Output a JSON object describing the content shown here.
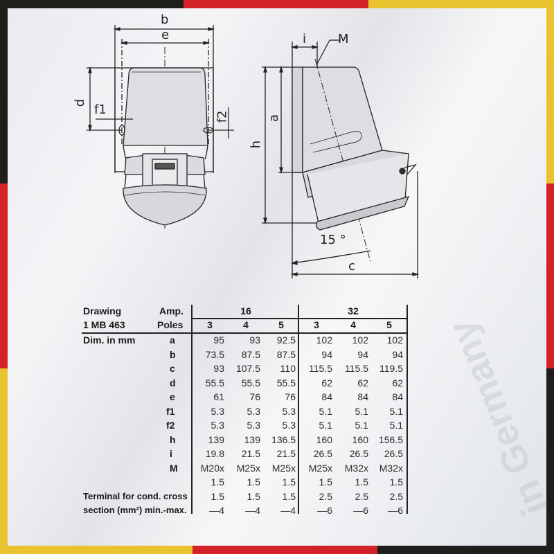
{
  "border": {
    "colors": {
      "black": "#1f1e1a",
      "red": "#d42229",
      "yellow": "#e9c22f"
    }
  },
  "watermark": "in Germany",
  "drawing": {
    "front_view_labels": {
      "b": "b",
      "e": "e",
      "d": "d",
      "f1": "f1",
      "f2": "f2"
    },
    "side_view_labels": {
      "i": "i",
      "M": "M",
      "a": "a",
      "h": "h",
      "angle": "15 °",
      "c": "c"
    }
  },
  "table": {
    "drawing_label": "Drawing",
    "drawing_code": "1 MB 463",
    "amp_label": "Amp.",
    "poles_label": "Poles",
    "dim_label": "Dim. in mm",
    "amp_groups": [
      {
        "amp": "16",
        "poles": [
          "3",
          "4",
          "5"
        ]
      },
      {
        "amp": "32",
        "poles": [
          "3",
          "4",
          "5"
        ]
      }
    ],
    "rows": [
      {
        "key": "a",
        "values": [
          "95",
          "93",
          "92.5",
          "102",
          "102",
          "102"
        ]
      },
      {
        "key": "b",
        "values": [
          "73.5",
          "87.5",
          "87.5",
          "94",
          "94",
          "94"
        ]
      },
      {
        "key": "c",
        "values": [
          "93",
          "107.5",
          "110",
          "115.5",
          "115.5",
          "119.5"
        ]
      },
      {
        "key": "d",
        "values": [
          "55.5",
          "55.5",
          "55.5",
          "62",
          "62",
          "62"
        ]
      },
      {
        "key": "e",
        "values": [
          "61",
          "76",
          "76",
          "84",
          "84",
          "84"
        ]
      },
      {
        "key": "f1",
        "values": [
          "5.3",
          "5.3",
          "5.3",
          "5.1",
          "5.1",
          "5.1"
        ]
      },
      {
        "key": "f2",
        "values": [
          "5.3",
          "5.3",
          "5.3",
          "5.1",
          "5.1",
          "5.1"
        ]
      },
      {
        "key": "h",
        "values": [
          "139",
          "139",
          "136.5",
          "160",
          "160",
          "156.5"
        ]
      },
      {
        "key": "i",
        "values": [
          "19.8",
          "21.5",
          "21.5",
          "26.5",
          "26.5",
          "26.5"
        ]
      },
      {
        "key": "M",
        "values": [
          "M20x",
          "M25x",
          "M25x",
          "M25x",
          "M32x",
          "M32x"
        ]
      },
      {
        "key": "",
        "values": [
          "1.5",
          "1.5",
          "1.5",
          "1.5",
          "1.5",
          "1.5"
        ]
      }
    ],
    "terminal": {
      "label_line1": "Terminal for cond. cross",
      "label_line2": "section (mm²) min.-max.",
      "min_values": [
        "1.5",
        "1.5",
        "1.5",
        "2.5",
        "2.5",
        "2.5"
      ],
      "max_values": [
        "—4",
        "—4",
        "—4",
        "—6",
        "—6",
        "—6"
      ]
    }
  }
}
